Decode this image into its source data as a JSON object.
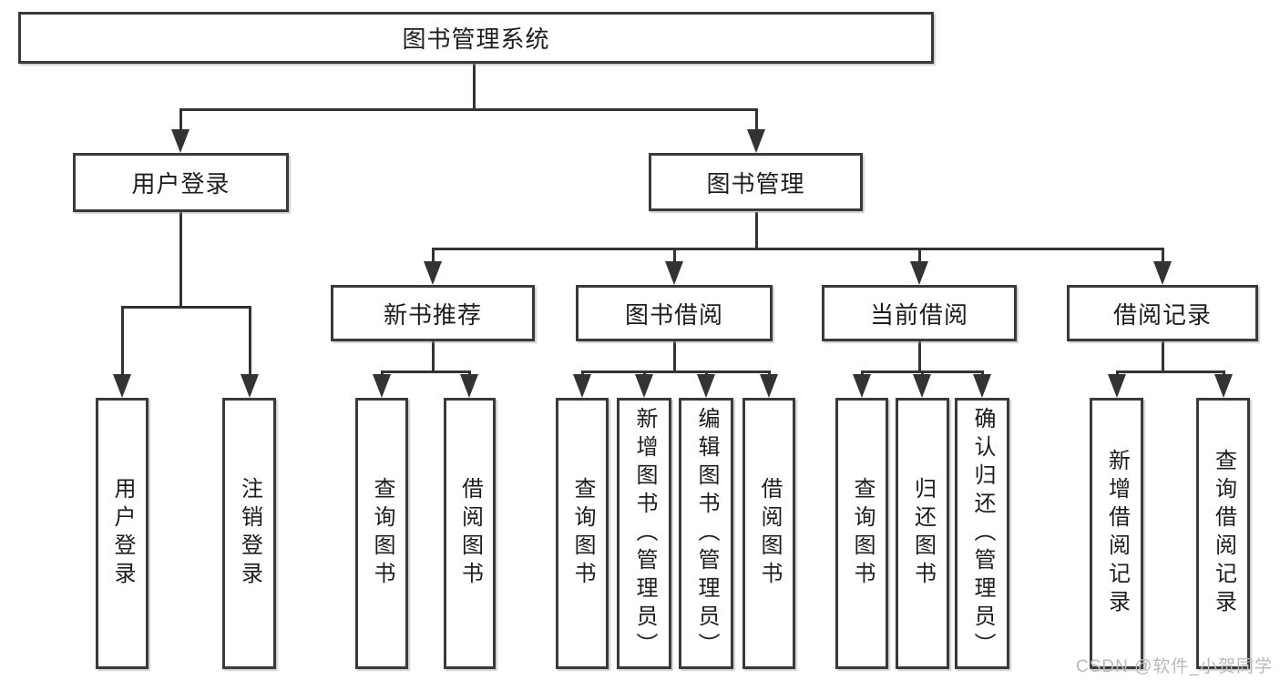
{
  "diagram_title": "图书管理系统",
  "tree": {
    "label": "图书管理系统",
    "children": [
      {
        "label": "用户登录",
        "children": [
          {
            "label": "用户登录"
          },
          {
            "label": "注销登录"
          }
        ]
      },
      {
        "label": "图书管理",
        "children": [
          {
            "label": "新书推荐",
            "children": [
              {
                "label": "查询图书"
              },
              {
                "label": "借阅图书"
              }
            ]
          },
          {
            "label": "图书借阅",
            "children": [
              {
                "label": "查询图书"
              },
              {
                "label": "新增图书（管理员）"
              },
              {
                "label": "编辑图书（管理员）"
              },
              {
                "label": "借阅图书"
              }
            ]
          },
          {
            "label": "当前借阅",
            "children": [
              {
                "label": "查询图书"
              },
              {
                "label": "归还图书"
              },
              {
                "label": "确认归还（管理员）"
              }
            ]
          },
          {
            "label": "借阅记录",
            "children": [
              {
                "label": "新增借阅记录"
              },
              {
                "label": "查询借阅记录"
              }
            ]
          }
        ]
      }
    ]
  },
  "watermark": "CSDN @软件_小贺同学",
  "colors": {
    "line": "#333333",
    "box-border": "#3a3a3a",
    "text": "#1d1d1d",
    "watermark": "#b9b9b9",
    "background": "#ffffff"
  }
}
